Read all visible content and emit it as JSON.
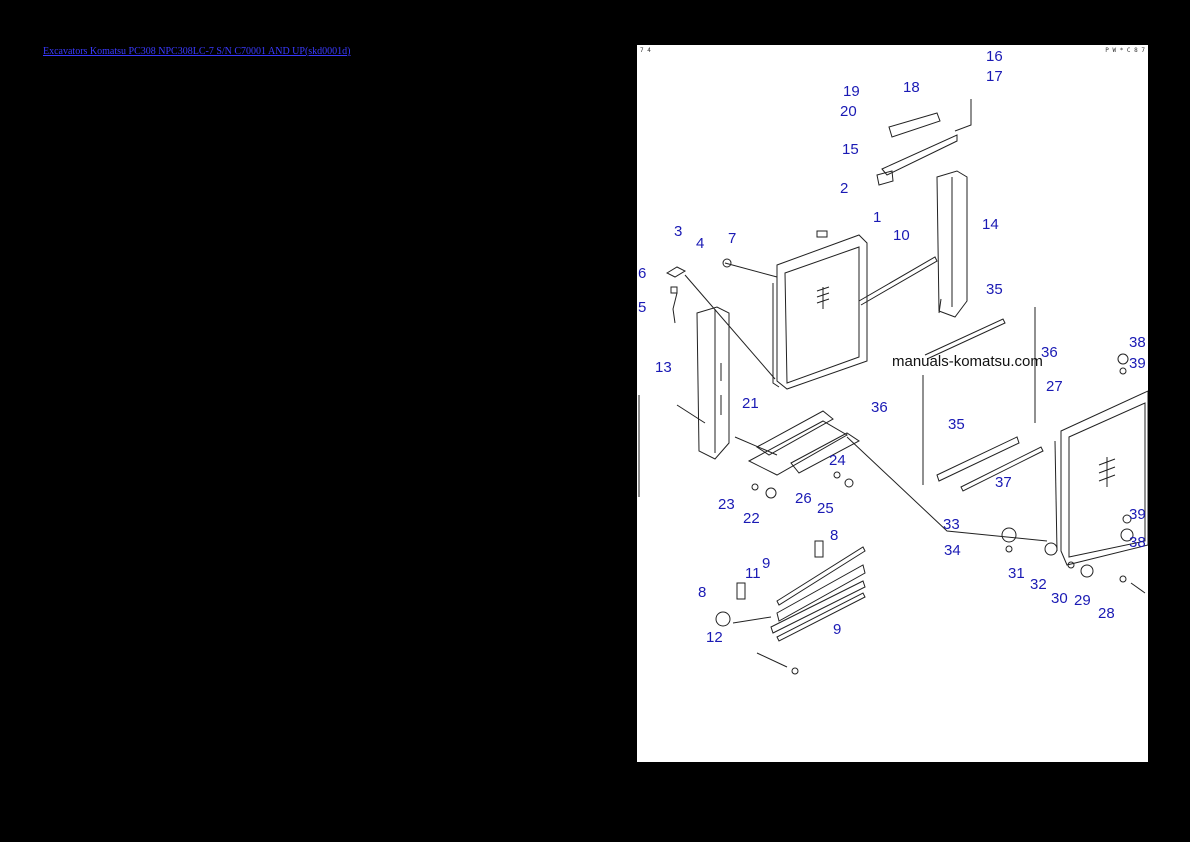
{
  "document": {
    "link_text": "Excavators Komatsu PC308 NPC308LC-7 S/N C70001 AND UP(skd0001d)"
  },
  "drawing": {
    "corner_left": "7 4",
    "corner_right": "P W * C 8 7",
    "watermark": "manuals-komatsu.com",
    "callouts": [
      {
        "id": "c16",
        "label": "16"
      },
      {
        "id": "c17",
        "label": "17"
      },
      {
        "id": "c19",
        "label": "19"
      },
      {
        "id": "c18",
        "label": "18"
      },
      {
        "id": "c20",
        "label": "20"
      },
      {
        "id": "c15",
        "label": "15"
      },
      {
        "id": "c2",
        "label": "2"
      },
      {
        "id": "c1",
        "label": "1"
      },
      {
        "id": "c14",
        "label": "14"
      },
      {
        "id": "c3",
        "label": "3"
      },
      {
        "id": "c4",
        "label": "4"
      },
      {
        "id": "c7",
        "label": "7"
      },
      {
        "id": "c10",
        "label": "10"
      },
      {
        "id": "c6",
        "label": "6"
      },
      {
        "id": "c5",
        "label": "5"
      },
      {
        "id": "c35a",
        "label": "35"
      },
      {
        "id": "c38a",
        "label": "38"
      },
      {
        "id": "c36a",
        "label": "36"
      },
      {
        "id": "c39a",
        "label": "39"
      },
      {
        "id": "c13",
        "label": "13"
      },
      {
        "id": "c27",
        "label": "27"
      },
      {
        "id": "c21",
        "label": "21"
      },
      {
        "id": "c36b",
        "label": "36"
      },
      {
        "id": "c35b",
        "label": "35"
      },
      {
        "id": "c24",
        "label": "24"
      },
      {
        "id": "c37",
        "label": "37"
      },
      {
        "id": "c23",
        "label": "23"
      },
      {
        "id": "c26",
        "label": "26"
      },
      {
        "id": "c25",
        "label": "25"
      },
      {
        "id": "c22",
        "label": "22"
      },
      {
        "id": "c39b",
        "label": "39"
      },
      {
        "id": "c33",
        "label": "33"
      },
      {
        "id": "c38b",
        "label": "38"
      },
      {
        "id": "c34",
        "label": "34"
      },
      {
        "id": "c8a",
        "label": "8"
      },
      {
        "id": "c9a",
        "label": "9"
      },
      {
        "id": "c31",
        "label": "31"
      },
      {
        "id": "c11",
        "label": "11"
      },
      {
        "id": "c32",
        "label": "32"
      },
      {
        "id": "c8b",
        "label": "8"
      },
      {
        "id": "c30",
        "label": "30"
      },
      {
        "id": "c29",
        "label": "29"
      },
      {
        "id": "c28",
        "label": "28"
      },
      {
        "id": "c12",
        "label": "12"
      },
      {
        "id": "c9b",
        "label": "9"
      }
    ]
  }
}
